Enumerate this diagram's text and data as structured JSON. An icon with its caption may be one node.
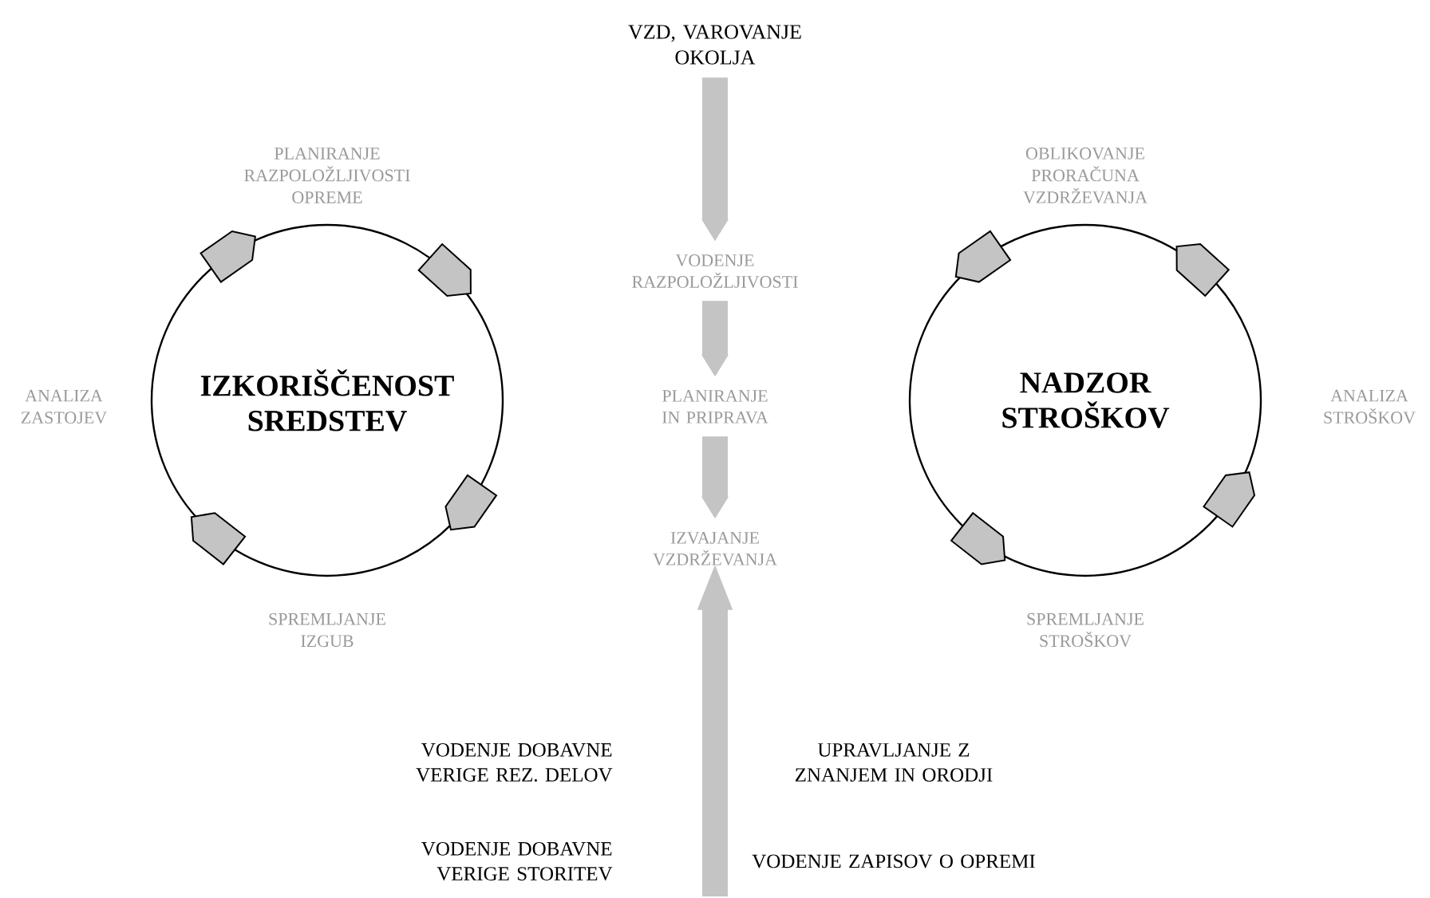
{
  "diagram": {
    "nodes": [
      {
        "text": [
          "VZD, VAROVANJE OKOLJA"
        ]
      },
      {
        "text": [
          "IZKORIŠČENOST SREDSTEV"
        ]
      },
      {
        "text": [
          "VODENJE RAZPOLOŽLJIVOSTI"
        ]
      },
      {
        "text": [
          "NADZOR STROŠKOV"
        ]
      },
      {
        "text": [
          "PLANIRANJE IN PRIPRAVA"
        ]
      },
      {
        "text": [
          "IZVAJANJE VZDRŽEVANJA"
        ]
      }
    ],
    "edges": [
      {
        "from": 0,
        "to": 2,
        "arrow": "to"
      },
      {
        "from": 2,
        "to": 4,
        "arrow": "to"
      },
      {
        "from": 4,
        "to": 5,
        "arrow": "to"
      },
      {
        "from": null,
        "to": 5,
        "arrow": "to"
      }
    ],
    "labels": [
      "PLANIRANJE RAZPOLOŽLJIVOSTI OPREME",
      "OBLIKOVANJE PRORAČUNA VZDRŽEVANJA",
      "ANALIZA ZASTOJEV",
      "ANALIZA STROŠKOV",
      "SPREMLJANJE IZGUB",
      "SPREMLJANJE STROŠKOV",
      "VODENJE DOBAVNE VERIGE REZ. DELOV",
      "UPRAVLJANJE Z ZNANJEM IN ORODJI",
      "VODENJE DOBAVNE VERIGE STORITEV",
      "VODENJE ZAPISOV O OPREMI"
    ]
  }
}
